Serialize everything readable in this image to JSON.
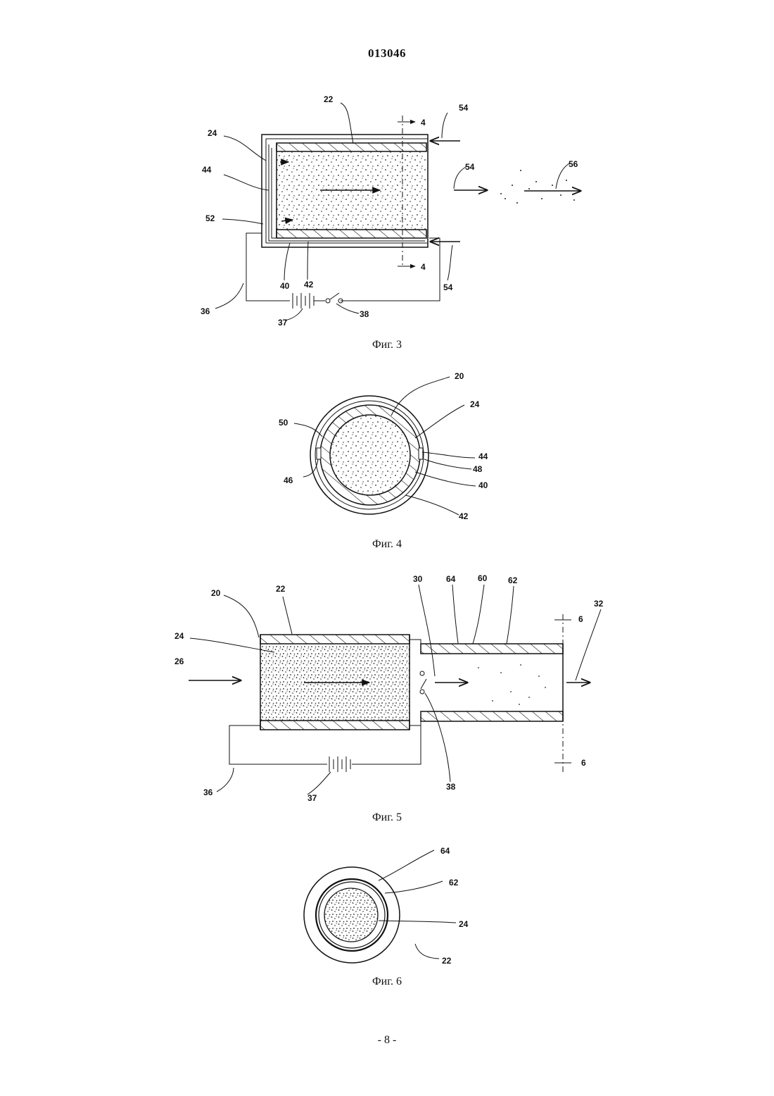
{
  "header": {
    "doc_number": "013046"
  },
  "figures": [
    {
      "caption": "Фиг. 3",
      "labels": [
        "22",
        "4",
        "54",
        "24",
        "44",
        "54",
        "56",
        "52",
        "40",
        "42",
        "4",
        "54",
        "36",
        "37",
        "38"
      ]
    },
    {
      "caption": "Фиг. 4",
      "labels": [
        "20",
        "24",
        "50",
        "44",
        "48",
        "46",
        "40",
        "42"
      ]
    },
    {
      "caption": "Фиг. 5",
      "labels": [
        "22",
        "30",
        "64",
        "60",
        "62",
        "20",
        "32",
        "6",
        "24",
        "26",
        "6",
        "36",
        "37",
        "38"
      ]
    },
    {
      "caption": "Фиг. 6",
      "labels": [
        "64",
        "62",
        "24",
        "22"
      ]
    }
  ],
  "footer": {
    "page_number": "- 8 -"
  }
}
